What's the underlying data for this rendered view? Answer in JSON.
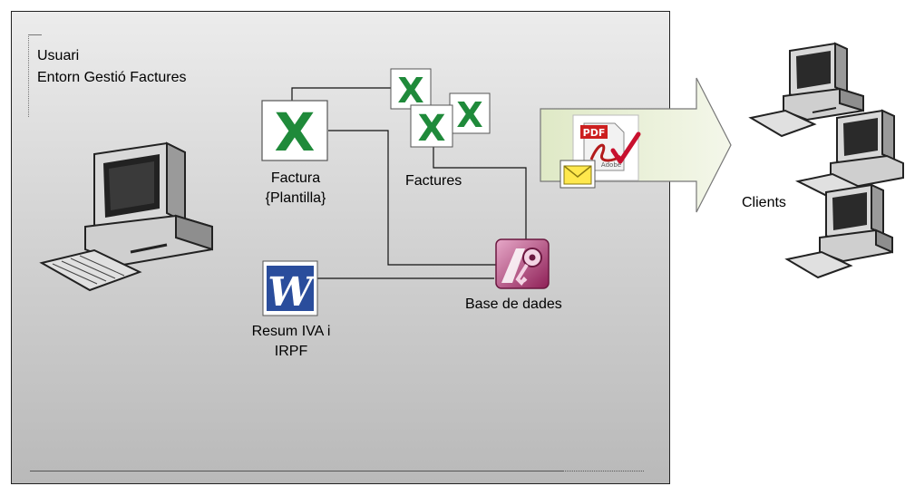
{
  "panel": {
    "user_title": "Usuari",
    "env_title": "Entorn Gestió Factures"
  },
  "nodes": {
    "template_label_1": "Factura",
    "template_label_2": "{Plantilla}",
    "invoices_label": "Factures",
    "database_label": "Base de dades",
    "summary_label_1": "Resum IVA i",
    "summary_label_2": "IRPF",
    "clients_label": "Clients"
  },
  "icons": {
    "pdf_badge": "PDF",
    "adobe_text": "Adobe",
    "excel_letter": "X",
    "word_letter": "W"
  },
  "colors": {
    "excel_green": "#1f8a3a",
    "word_blue": "#2a4d9c",
    "access_magenta": "#a0306a",
    "arrow_fill": "#e4ecd0"
  }
}
